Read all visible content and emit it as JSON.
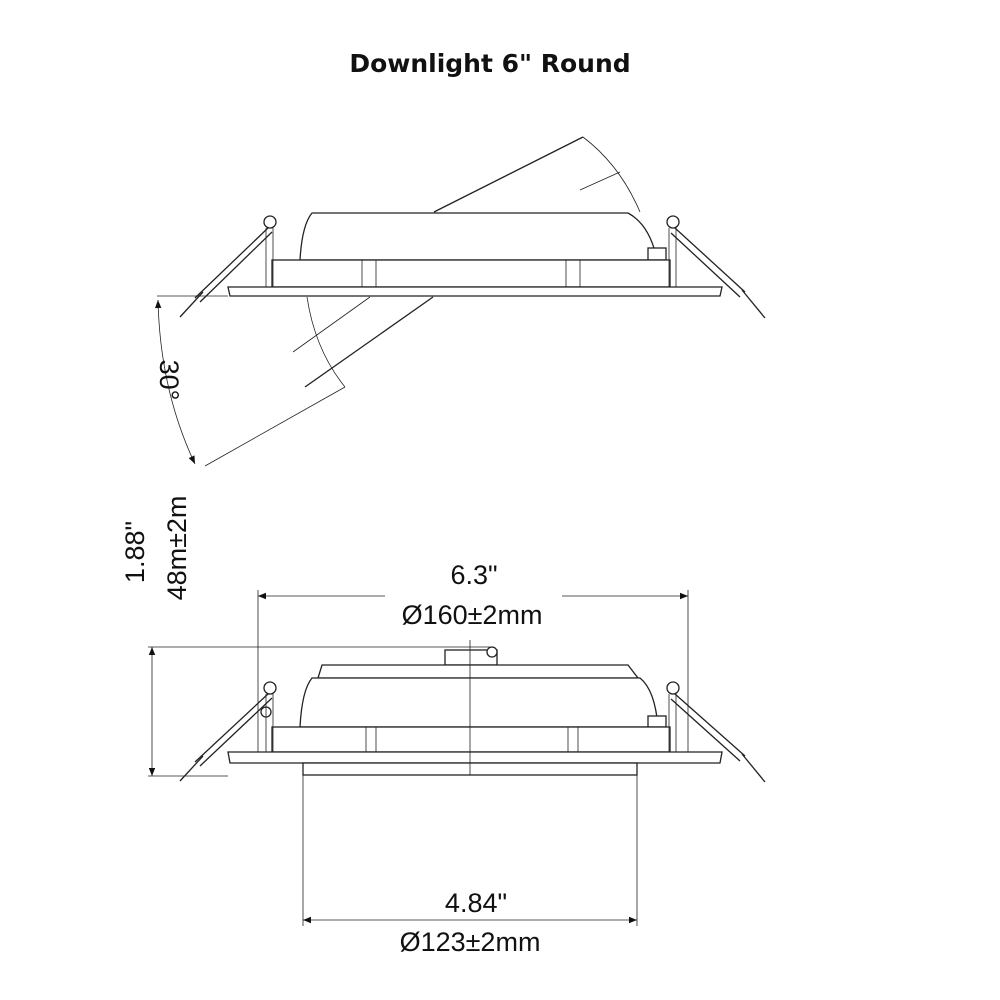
{
  "title": "Downlight 6\" Round",
  "tilt_view": {
    "angle_label": "30°"
  },
  "side_view": {
    "height_in": "1.88\"",
    "height_mm": "48m±2m",
    "outer_diameter_in": "6.3\"",
    "outer_diameter_mm": "Ø160±2mm",
    "cutout_diameter_in": "4.84\"",
    "cutout_diameter_mm": "Ø123±2mm"
  },
  "colors": {
    "line": "#222222",
    "background": "#ffffff"
  }
}
